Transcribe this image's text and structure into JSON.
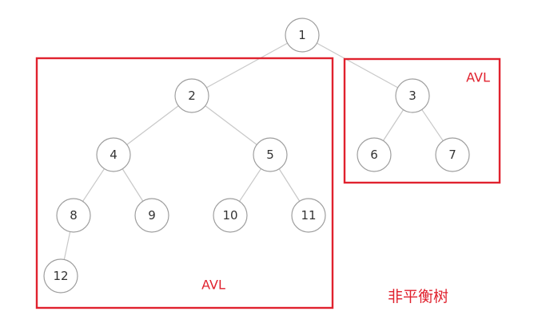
{
  "nodes": [
    {
      "id": "1",
      "label": "1"
    },
    {
      "id": "2",
      "label": "2"
    },
    {
      "id": "3",
      "label": "3"
    },
    {
      "id": "4",
      "label": "4"
    },
    {
      "id": "5",
      "label": "5"
    },
    {
      "id": "6",
      "label": "6"
    },
    {
      "id": "7",
      "label": "7"
    },
    {
      "id": "8",
      "label": "8"
    },
    {
      "id": "9",
      "label": "9"
    },
    {
      "id": "10",
      "label": "10"
    },
    {
      "id": "11",
      "label": "11"
    },
    {
      "id": "12",
      "label": "12"
    }
  ],
  "edges": [
    {
      "from": "1",
      "to": "2"
    },
    {
      "from": "1",
      "to": "3"
    },
    {
      "from": "2",
      "to": "4"
    },
    {
      "from": "2",
      "to": "5"
    },
    {
      "from": "3",
      "to": "6"
    },
    {
      "from": "3",
      "to": "7"
    },
    {
      "from": "4",
      "to": "8"
    },
    {
      "from": "4",
      "to": "9"
    },
    {
      "from": "5",
      "to": "10"
    },
    {
      "from": "5",
      "to": "11"
    },
    {
      "from": "8",
      "to": "12"
    }
  ],
  "regions": [
    {
      "id": "left",
      "label": "AVL"
    },
    {
      "id": "right",
      "label": "AVL"
    }
  ],
  "caption": "非平衡树",
  "colors": {
    "highlight": "#e0222e",
    "node_stroke": "#9e9e9e",
    "edge": "#c8c8c8",
    "text": "#333333"
  }
}
